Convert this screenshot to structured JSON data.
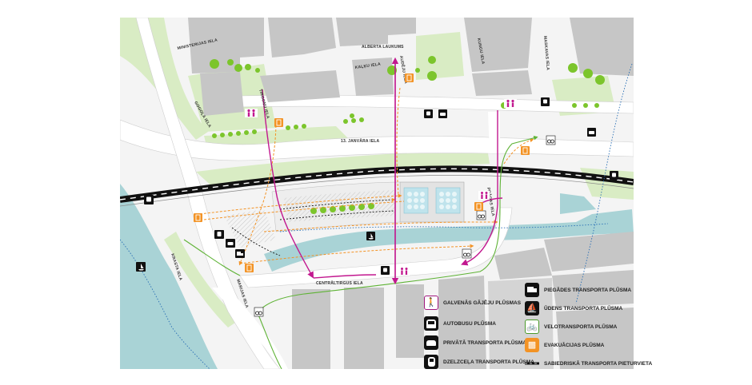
{
  "streets": {
    "ministrijas": "MINISTERIJAS IELA",
    "alberta": "ALBERTA LAUKUMS",
    "kalku": "KAĻĶU IELA",
    "audeju": "AUDĒJU IELA",
    "kungu": "KUNGU IELA",
    "tirgonu": "TIRGOŅU IELA",
    "janvara": "13. JANVĀRA IELA",
    "prages": "PRĀGAS IELA",
    "krasta": "KRASTA IELA",
    "centraltirgus": "CENTRĀLTIRGUS IELA",
    "marijas": "MARIJAS IELA",
    "gogola": "GOGOĻA IELA",
    "maskavas": "MASKAVAS IELA"
  },
  "legend": {
    "left": [
      {
        "name": "pedestrian-flow",
        "icon": "pedestrian-icon",
        "label": "GALVENĀS GĀJĒJU PLŪSMAS"
      },
      {
        "name": "bus-flow",
        "icon": "bus-icon",
        "label": "AUTOBUSU PLŪSMA"
      },
      {
        "name": "private-flow",
        "icon": "car-icon",
        "label": "PRIVĀTĀ TRANSPORTA PLŪSMA"
      },
      {
        "name": "rail-flow",
        "icon": "train-icon",
        "label": "DZELZCEĻA TRANSPORTA PLŪSMA"
      }
    ],
    "right": [
      {
        "name": "delivery-flow",
        "icon": "truck-icon",
        "label": "PIEGĀDES TRANSPORTA PLŪSMA"
      },
      {
        "name": "water-flow",
        "icon": "boat-icon",
        "label": "ŪDENS TRANSPORTA PLŪSMA"
      },
      {
        "name": "bike-flow",
        "icon": "bicycle-icon",
        "label": "VELOTRANSPORTA PLŪSMA"
      },
      {
        "name": "evacuation-flow",
        "icon": "evacuation-icon",
        "label": "EVAKUĀCIJAS PLŪSMA"
      },
      {
        "name": "public-stop",
        "icon": "transport-stop-icon",
        "label": "SABIEDRISKĀ TRANSPORTA PIETURVIETA"
      }
    ]
  },
  "colors": {
    "pedestrian": "#c2188f",
    "private": "#f39325",
    "bike": "#5fb336",
    "water": "#a9d3d6",
    "green": "#d9ecc4",
    "tree": "#7cc52c",
    "building": "#c6c6c6",
    "rail": "#111111"
  }
}
